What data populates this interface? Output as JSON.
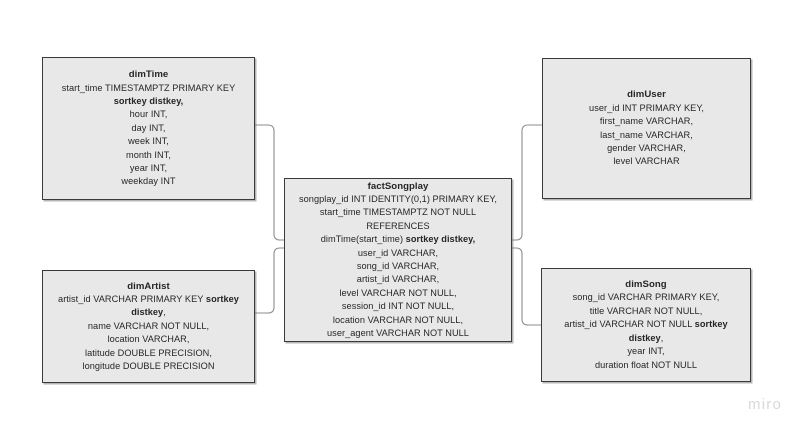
{
  "diagram": {
    "type": "star-schema-erd",
    "watermark": "miro",
    "background_color": "#ffffff",
    "entity_fill": "#e8e8e8",
    "entity_border": "#3a3a3a",
    "connector_color": "#8c8c8c"
  },
  "entities": {
    "dimTime": {
      "title": "dimTime",
      "fields": [
        "start_time TIMESTAMPTZ PRIMARY KEY ",
        "hour INT,",
        "day INT,",
        "week INT,",
        "month INT,",
        "year INT,",
        "weekday INT"
      ],
      "keywords": "sortkey distkey,"
    },
    "dimUser": {
      "title": "dimUser",
      "fields": [
        "user_id INT PRIMARY KEY,",
        "first_name VARCHAR,",
        "last_name VARCHAR,",
        "gender VARCHAR,",
        "level VARCHAR"
      ]
    },
    "factSongplay": {
      "title": "factSongplay",
      "fields": [
        "songplay_id INT IDENTITY(0,1) PRIMARY KEY,",
        "start_time TIMESTAMPTZ NOT NULL REFERENCES",
        "dimTime(start_time) ",
        "user_id VARCHAR,",
        "song_id VARCHAR,",
        "artist_id VARCHAR,",
        "level VARCHAR NOT NULL,",
        "session_id INT NOT NULL,",
        "location VARCHAR NOT NULL,",
        "user_agent VARCHAR NOT NULL"
      ],
      "keywords": "sortkey distkey,"
    },
    "dimArtist": {
      "title": "dimArtist",
      "fields": [
        "artist_id VARCHAR PRIMARY KEY ",
        "name VARCHAR NOT NULL,",
        "location VARCHAR,",
        "latitude DOUBLE PRECISION,",
        "longitude DOUBLE PRECISION"
      ],
      "keywords": "sortkey distkey",
      "keywords_trail": ","
    },
    "dimSong": {
      "title": "dimSong",
      "fields": [
        "song_id VARCHAR PRIMARY KEY,",
        "title VARCHAR NOT NULL,",
        "artist_id VARCHAR NOT NULL ",
        "year INT,",
        "duration float NOT NULL"
      ],
      "keywords": "sortkey distkey",
      "keywords_trail": ","
    }
  }
}
